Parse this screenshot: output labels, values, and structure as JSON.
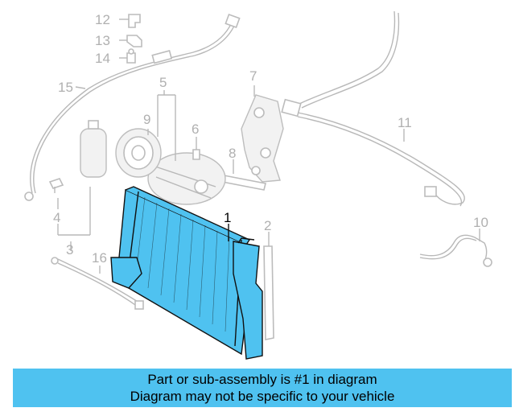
{
  "diagram": {
    "callouts": [
      "12",
      "13",
      "14",
      "15",
      "5",
      "7",
      "9",
      "6",
      "8",
      "11",
      "4",
      "3",
      "16",
      "1",
      "2",
      "10"
    ],
    "highlight_color": "#4fc2f0"
  },
  "banner": {
    "line1": "Part or sub-assembly is #1 in diagram",
    "line2": "Diagram may not be specific to your vehicle",
    "color": "#4fc2f0"
  }
}
